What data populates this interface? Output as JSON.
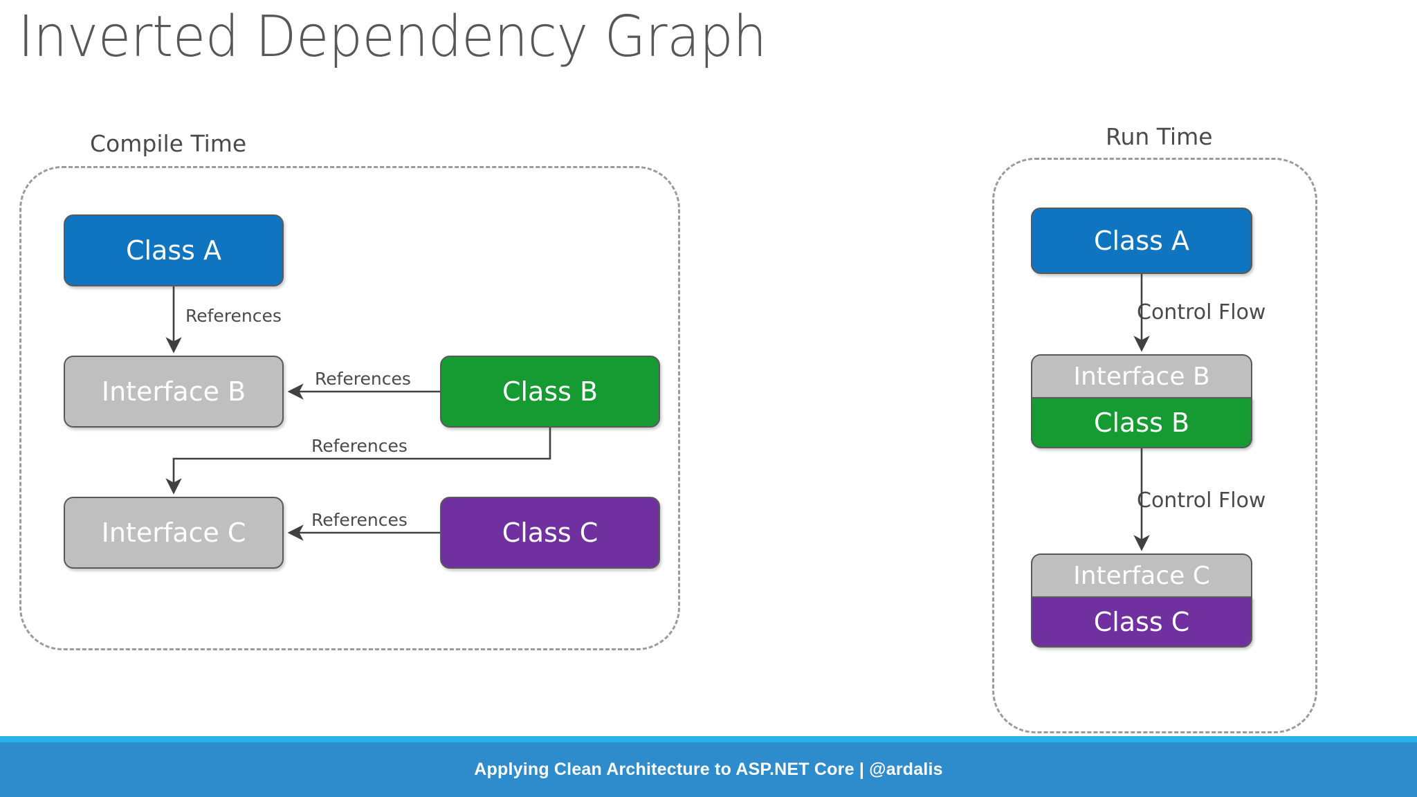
{
  "slide": {
    "title": "Inverted Dependency Graph",
    "background": "#ffffff",
    "title_color": "#575757"
  },
  "colors": {
    "class_blue": "#0f75c0",
    "class_green": "#169a32",
    "class_purple": "#7030a0",
    "interface_gray": "#bfbfbf",
    "node_border": "#595959",
    "dashed_border": "#9b9b9b",
    "footer_blue": "#2e8bcc",
    "footer_accent": "#29b2e8",
    "label_text": "#4a4a4a"
  },
  "compile_time": {
    "caption": "Compile Time",
    "nodes": {
      "class_a": "Class A",
      "interface_b": "Interface B",
      "interface_c": "Interface C",
      "class_b": "Class B",
      "class_c": "Class C"
    },
    "edges": [
      {
        "id": "a-to-ib",
        "label": "References",
        "from": "Class A",
        "to": "Interface B"
      },
      {
        "id": "cb-to-ib",
        "label": "References",
        "from": "Class B",
        "to": "Interface B"
      },
      {
        "id": "cb-to-ic",
        "label": "References",
        "from": "Class B",
        "to": "Interface C"
      },
      {
        "id": "cc-to-ic",
        "label": "References",
        "from": "Class C",
        "to": "Interface C"
      }
    ]
  },
  "run_time": {
    "caption": "Run Time",
    "nodes": {
      "class_a": "Class A",
      "interface_b": "Interface B",
      "class_b": "Class B",
      "interface_c": "Interface C",
      "class_c": "Class C"
    },
    "edges": [
      {
        "id": "a-to-b",
        "label": "Control Flow",
        "from": "Class A",
        "to": "Interface B / Class B"
      },
      {
        "id": "b-to-c",
        "label": "Control Flow",
        "from": "Class B",
        "to": "Interface C / Class C"
      }
    ]
  },
  "footer": {
    "text": "Applying Clean Architecture to ASP.NET Core | @ardalis"
  }
}
